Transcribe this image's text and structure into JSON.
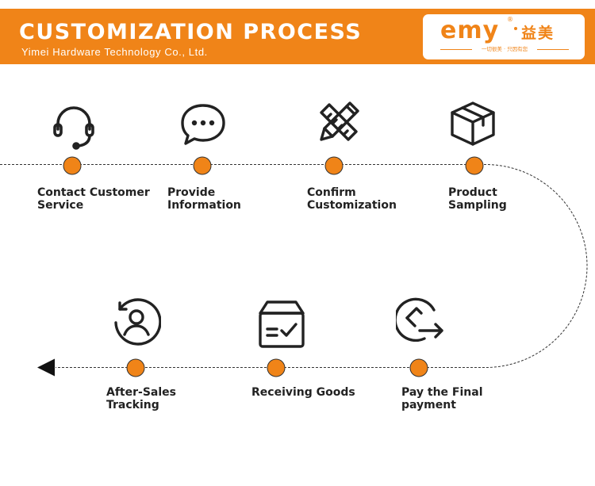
{
  "header": {
    "title": "CUSTOMIZATION PROCESS",
    "subtitle": "Yimei Hardware Technology Co., Ltd.",
    "logo": {
      "brand": "emy",
      "registered": "®",
      "chinese": "益美",
      "slogan": "一切很美 · 只因有您"
    }
  },
  "colors": {
    "accent": "#f08418",
    "text": "#222222",
    "icon": "#222222"
  },
  "steps": [
    {
      "label": "Contact Customer\nService",
      "icon": "headset-icon"
    },
    {
      "label": "Provide\nInformation",
      "icon": "chat-bubble-icon"
    },
    {
      "label": "Confirm\nCustomization",
      "icon": "pencil-ruler-icon"
    },
    {
      "label": "Product\nSampling",
      "icon": "box-icon"
    },
    {
      "label": "Pay the Final\npayment",
      "icon": "payment-arrow-icon"
    },
    {
      "label": "Receiving Goods",
      "icon": "delivery-box-icon"
    },
    {
      "label": "After-Sales\nTracking",
      "icon": "user-refresh-icon"
    }
  ]
}
